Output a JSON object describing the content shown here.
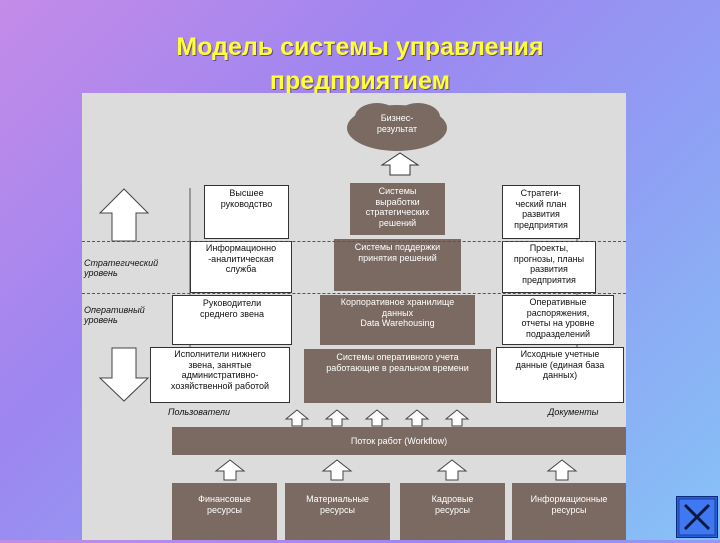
{
  "slide": {
    "title_line1": "Модель системы управления",
    "title_line2": "предприятием"
  },
  "diagram": {
    "top_cloud": [
      "Бизнес-",
      "результат"
    ],
    "left_boxes": {
      "top_management": [
        "Высшее",
        "руководство"
      ],
      "analytic_service": [
        "Информационно",
        "-аналитическая",
        "служба"
      ],
      "middle_managers": [
        "Руководители",
        "среднего звена"
      ],
      "lower_executives": [
        "Исполнители нижнего",
        "звена, занятые",
        "административно-",
        "хозяйственной работой"
      ]
    },
    "pyramid": {
      "level1": [
        "Системы",
        "выработки",
        "стратегических",
        "решений"
      ],
      "level2": [
        "Системы поддержки",
        "принятия решений"
      ],
      "level3": [
        "Корпоративное хранилище",
        "данных",
        "Data Warehousing"
      ],
      "level4": [
        "Системы оперативного учета",
        "работающие в реальном времени"
      ]
    },
    "right_boxes": {
      "strategic_plan": [
        "Стратеги-",
        "ческий план",
        "развития",
        "предприятия"
      ],
      "projects": [
        "Проекты,",
        "прогнозы, планы",
        "развития",
        "предприятия"
      ],
      "operative_orders": [
        "Оперативные",
        "распоряжения,",
        "отчеты на уровне",
        "подразделений"
      ],
      "source_data": [
        "Исходные учетные",
        "данные (единая база",
        "данных)"
      ]
    },
    "levels": {
      "strategic": [
        "Стратегический",
        "уровень"
      ],
      "operative": [
        "Оперативный",
        "уровень"
      ]
    },
    "labels": {
      "users": "Пользователи",
      "documents": "Документы",
      "workflow": "Поток работ (Workflow)"
    },
    "resources": [
      [
        "Финансовые",
        "ресурсы"
      ],
      [
        "Материальные",
        "ресурсы"
      ],
      [
        "Кадровые",
        "ресурсы"
      ],
      [
        "Информационные",
        "ресурсы"
      ]
    ]
  },
  "colors": {
    "title": "#ffff33",
    "pyramid": "#7a6a62",
    "panel": "#dcdcdc"
  },
  "nav_icon": "close-icon"
}
